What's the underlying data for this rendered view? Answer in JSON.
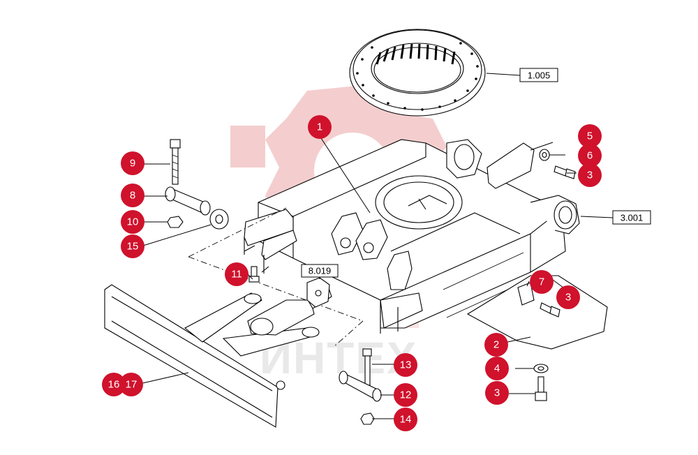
{
  "watermark": {
    "text": "ИНТЕХ",
    "color": "#f3c6c6"
  },
  "colors": {
    "callout_fill": "#d0122c",
    "line": "#000000"
  },
  "callouts": [
    {
      "id": "c1",
      "label": "1"
    },
    {
      "id": "c2",
      "label": "2"
    },
    {
      "id": "c3a",
      "label": "3"
    },
    {
      "id": "c3b",
      "label": "3"
    },
    {
      "id": "c3c",
      "label": "3"
    },
    {
      "id": "c4",
      "label": "4"
    },
    {
      "id": "c5",
      "label": "5"
    },
    {
      "id": "c6",
      "label": "6"
    },
    {
      "id": "c7",
      "label": "7"
    },
    {
      "id": "c8",
      "label": "8"
    },
    {
      "id": "c9",
      "label": "9"
    },
    {
      "id": "c10",
      "label": "10"
    },
    {
      "id": "c11",
      "label": "11"
    },
    {
      "id": "c12",
      "label": "12"
    },
    {
      "id": "c13",
      "label": "13"
    },
    {
      "id": "c14",
      "label": "14"
    },
    {
      "id": "c15",
      "label": "15"
    },
    {
      "id": "c16",
      "label": "16"
    },
    {
      "id": "c17",
      "label": "17"
    }
  ],
  "references": [
    {
      "id": "r1",
      "label": "1.005"
    },
    {
      "id": "r2",
      "label": "3.001"
    },
    {
      "id": "r3",
      "label": "8.019"
    }
  ]
}
